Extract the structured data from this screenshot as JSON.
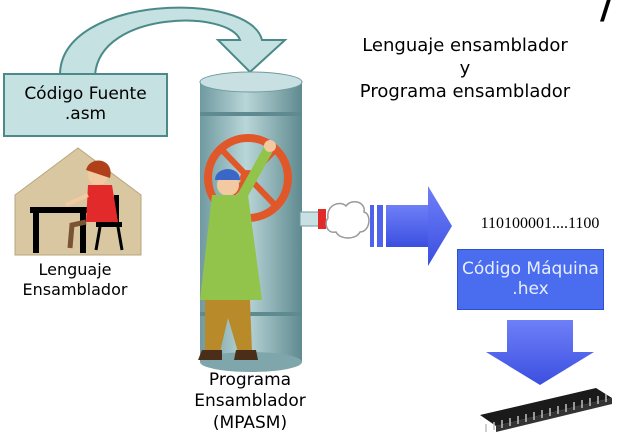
{
  "title": {
    "line1": "Lenguaje ensamblador",
    "line2": "y",
    "line3": "Programa ensamblador"
  },
  "source_box": {
    "line1": "Código Fuente",
    "line2": ".asm"
  },
  "lang_label": {
    "line1": "Lenguaje",
    "line2": "Ensamblador"
  },
  "program_label": {
    "line1": "Programa",
    "line2": "Ensamblador",
    "line3": "(MPASM)"
  },
  "binary_text": "110100001....1100",
  "hex_box": {
    "line1": "Código Máquina",
    "line2": ".hex"
  },
  "colors": {
    "source_box_fill": "#c5e1e1",
    "hex_box_fill": "#4a6df0",
    "arrow_fill": "#4f62ee",
    "cylinder": "#8fb5b9"
  },
  "icons": [
    "curved-arrow",
    "house-person-icon",
    "cylinder-machine-icon",
    "cloud-icon",
    "right-arrow-icon",
    "down-arrow-icon",
    "chip-icon"
  ]
}
